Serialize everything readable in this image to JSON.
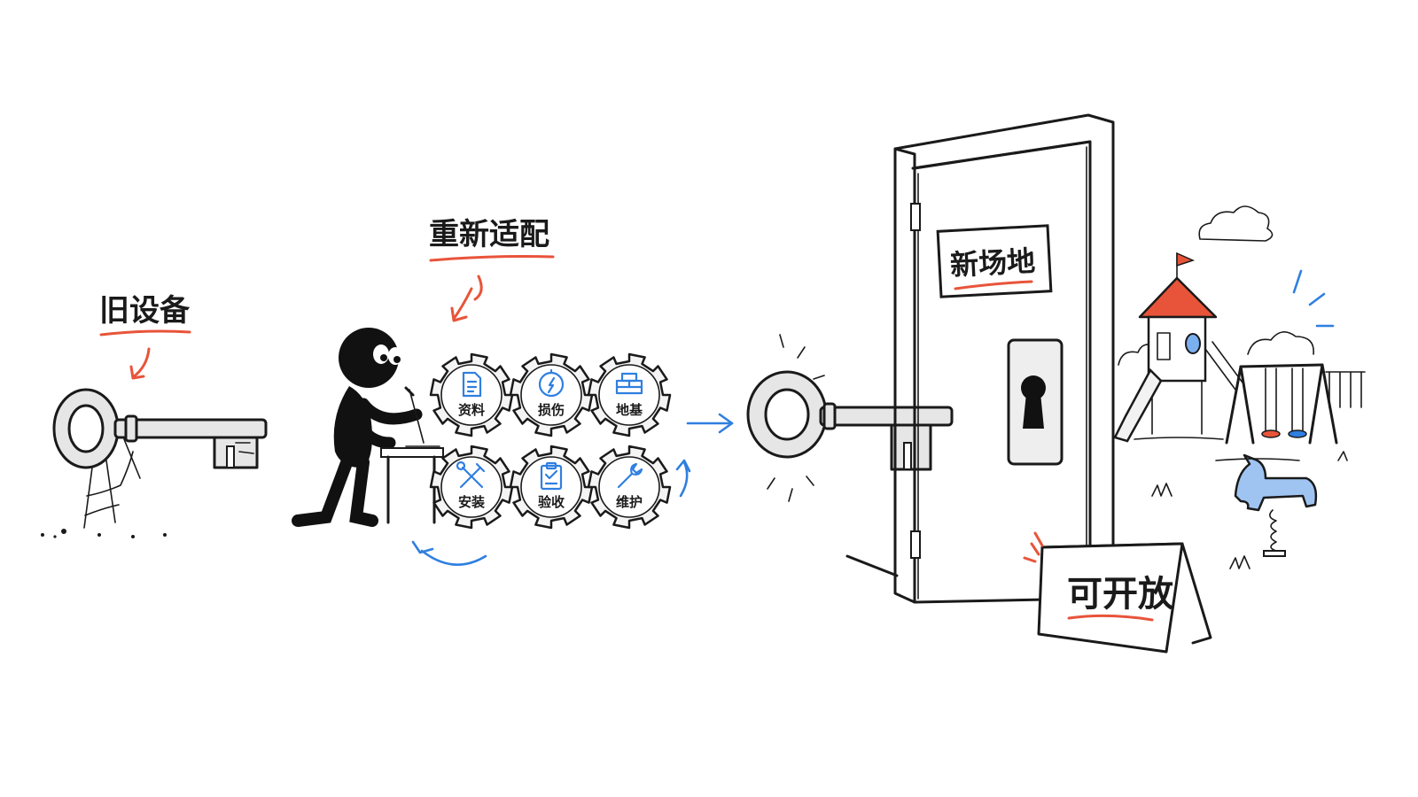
{
  "labels": {
    "old_equipment": "旧设备",
    "readapt": "重新适配",
    "new_site": "新场地",
    "can_open": "可开放"
  },
  "gears": [
    {
      "label": "资料",
      "icon": "document-icon"
    },
    {
      "label": "损伤",
      "icon": "compass-icon"
    },
    {
      "label": "地基",
      "icon": "foundation-icon"
    },
    {
      "label": "安装",
      "icon": "tools-icon"
    },
    {
      "label": "验收",
      "icon": "clipboard-check-icon"
    },
    {
      "label": "维护",
      "icon": "wrench-icon"
    }
  ],
  "colors": {
    "ink": "#1a1a1a",
    "accent_red": "#e8543a",
    "accent_blue": "#2f7fe0",
    "metal": "#e6e6e6"
  }
}
